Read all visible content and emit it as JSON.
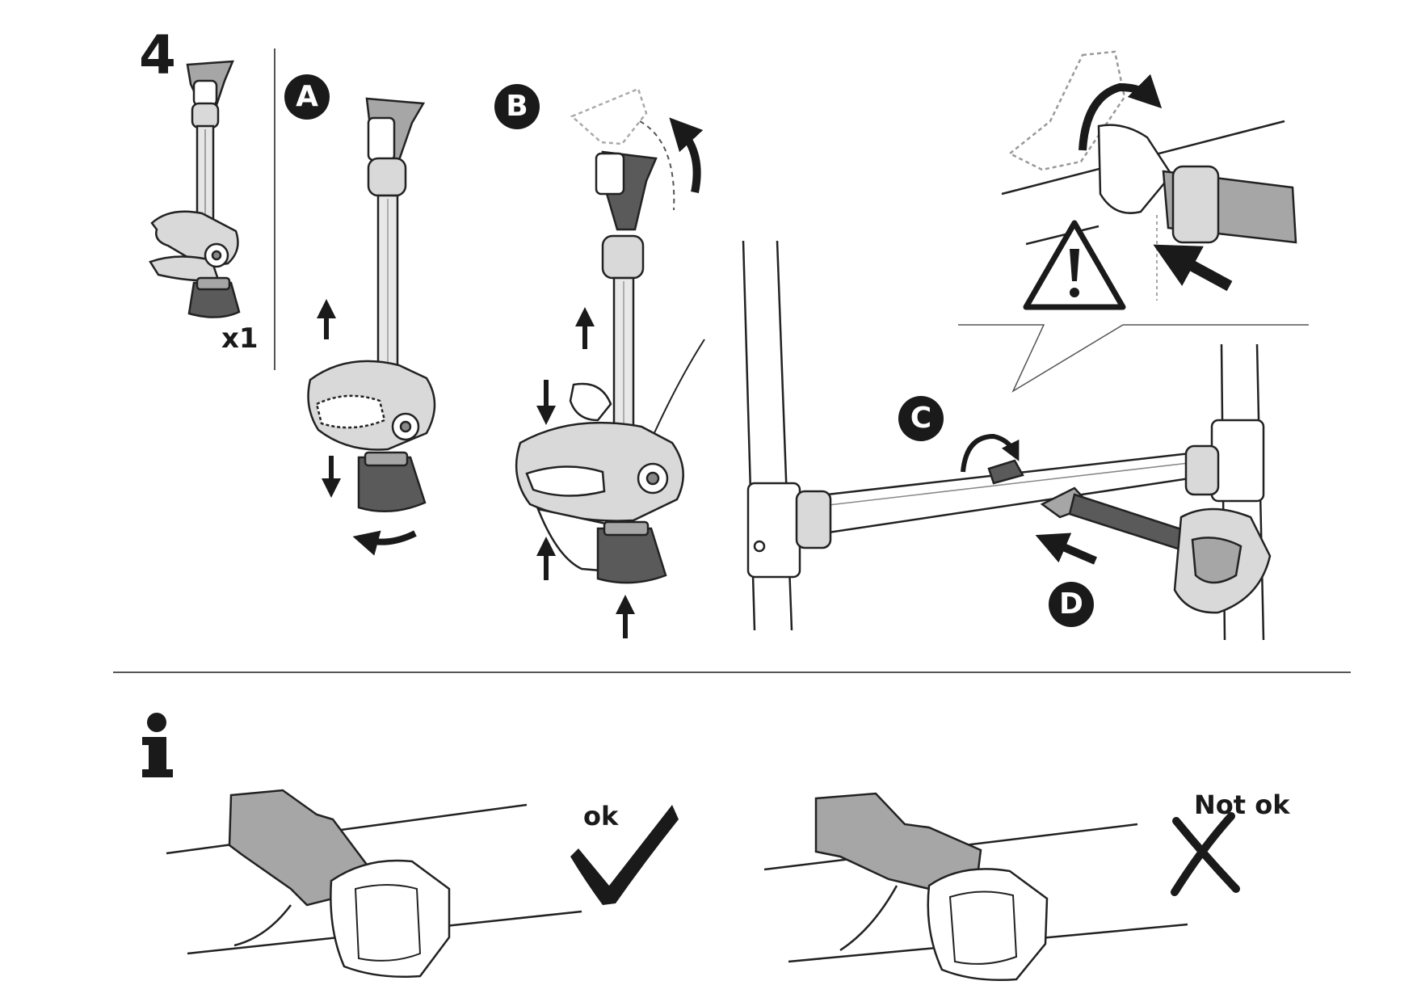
{
  "header": {
    "step_number": "4",
    "quantity": "x1"
  },
  "steps": [
    {
      "label": "A"
    },
    {
      "label": "B"
    },
    {
      "label": "C"
    },
    {
      "label": "D"
    }
  ],
  "info": {
    "icon": "info-icon",
    "ok_label": "ok",
    "not_ok_label": "Not ok"
  },
  "icons": {
    "warning": "warning-triangle-icon",
    "check": "checkmark-icon",
    "cross": "cross-icon"
  },
  "colors": {
    "ink": "#1a1a1a",
    "line": "#333333",
    "grey_light": "#d9d9d9",
    "grey_mid": "#a6a6a6",
    "grey_dark": "#5a5a5a",
    "paper": "#ffffff"
  }
}
